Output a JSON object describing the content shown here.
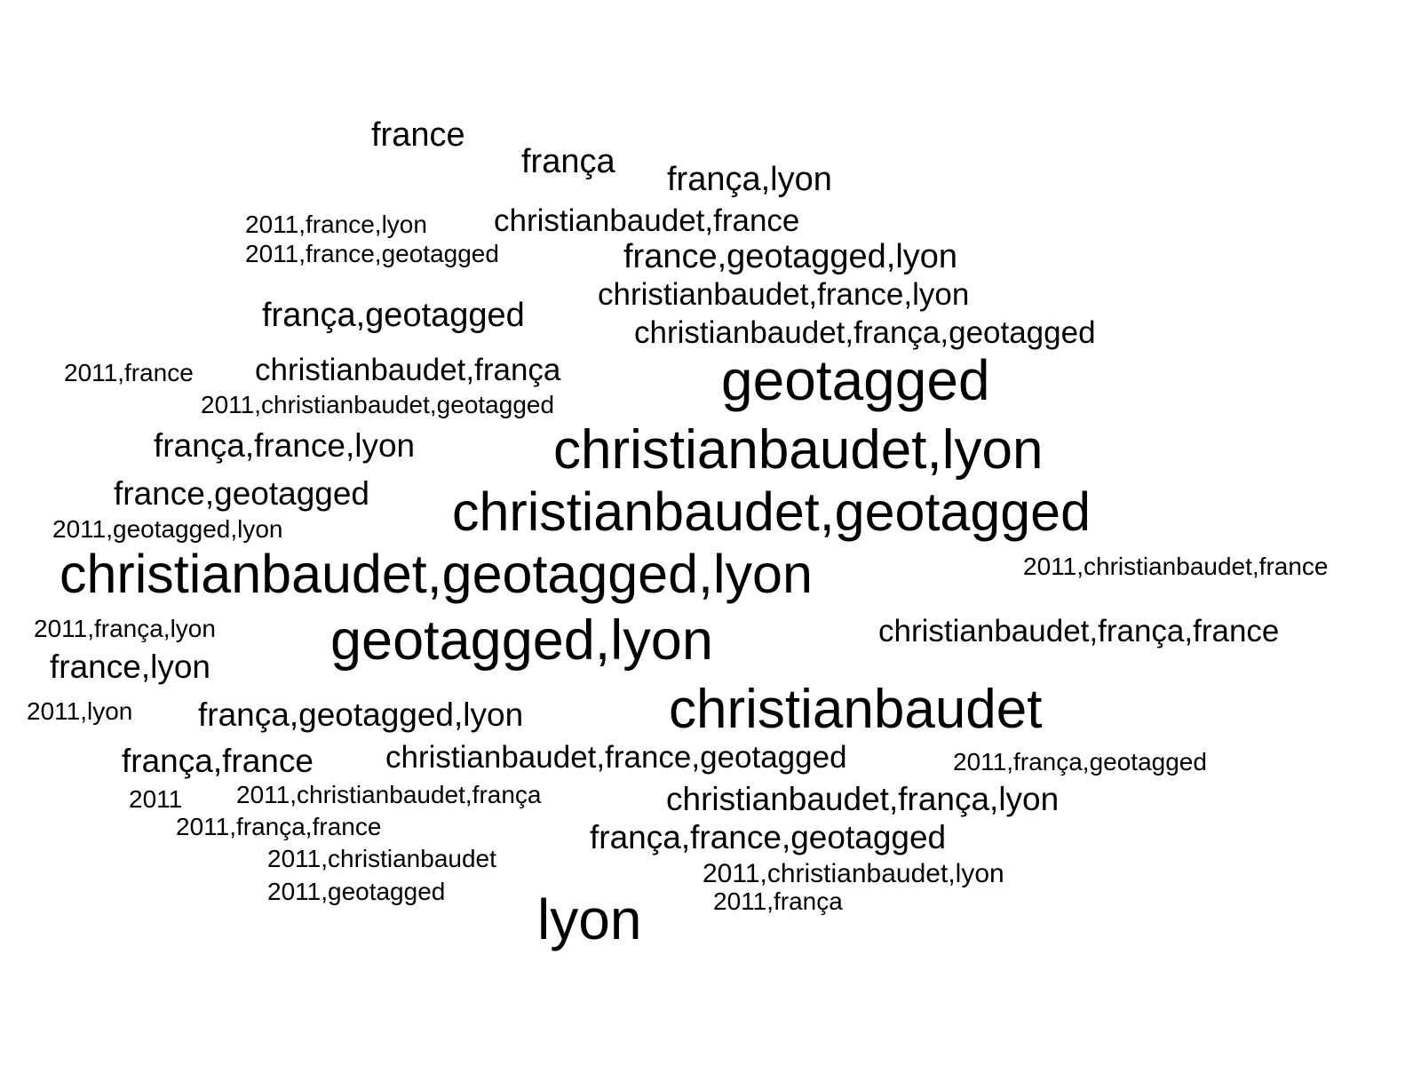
{
  "words": [
    {
      "text": "france",
      "size": 3
    },
    {
      "text": "frança",
      "size": 3
    },
    {
      "text": "frança,lyon",
      "size": 3
    },
    {
      "text": "2011,france,lyon",
      "size": 1
    },
    {
      "text": "christianbaudet,france",
      "size": 2
    },
    {
      "text": "2011,france,geotagged",
      "size": 1
    },
    {
      "text": "france,geotagged,lyon",
      "size": 3
    },
    {
      "text": "christianbaudet,france,lyon",
      "size": 2
    },
    {
      "text": "frança,geotagged",
      "size": 3
    },
    {
      "text": "christianbaudet,frança,geotagged",
      "size": 2
    },
    {
      "text": "2011,france",
      "size": 1
    },
    {
      "text": "christianbaudet,frança",
      "size": 2
    },
    {
      "text": "geotagged",
      "size": 5
    },
    {
      "text": "2011,christianbaudet,geotagged",
      "size": 1
    },
    {
      "text": "frança,france,lyon",
      "size": 2
    },
    {
      "text": "christianbaudet,lyon",
      "size": 5
    },
    {
      "text": "france,geotagged",
      "size": 2
    },
    {
      "text": "christianbaudet,geotagged",
      "size": 5
    },
    {
      "text": "2011,geotagged,lyon",
      "size": 1
    },
    {
      "text": "christianbaudet,geotagged,lyon",
      "size": 5
    },
    {
      "text": "2011,christianbaudet,france",
      "size": 1
    },
    {
      "text": "2011,frança,lyon",
      "size": 1
    },
    {
      "text": "geotagged,lyon",
      "size": 5
    },
    {
      "text": "christianbaudet,frança,france",
      "size": 2
    },
    {
      "text": "france,lyon",
      "size": 3
    },
    {
      "text": "2011,lyon",
      "size": 1
    },
    {
      "text": "frança,geotagged,lyon",
      "size": 3
    },
    {
      "text": "christianbaudet",
      "size": 5
    },
    {
      "text": "frança,france",
      "size": 3
    },
    {
      "text": "christianbaudet,france,geotagged",
      "size": 2
    },
    {
      "text": "2011,frança,geotagged",
      "size": 1
    },
    {
      "text": "2011",
      "size": 1
    },
    {
      "text": "2011,christianbaudet,frança",
      "size": 1
    },
    {
      "text": "christianbaudet,frança,lyon",
      "size": 2
    },
    {
      "text": "2011,frança,france",
      "size": 1
    },
    {
      "text": "frança,france,geotagged",
      "size": 2
    },
    {
      "text": "2011,christianbaudet",
      "size": 1
    },
    {
      "text": "2011,christianbaudet,lyon",
      "size": 1
    },
    {
      "text": "2011,geotagged",
      "size": 1
    },
    {
      "text": "lyon",
      "size": 5
    },
    {
      "text": "2011,frança",
      "size": 1
    }
  ]
}
